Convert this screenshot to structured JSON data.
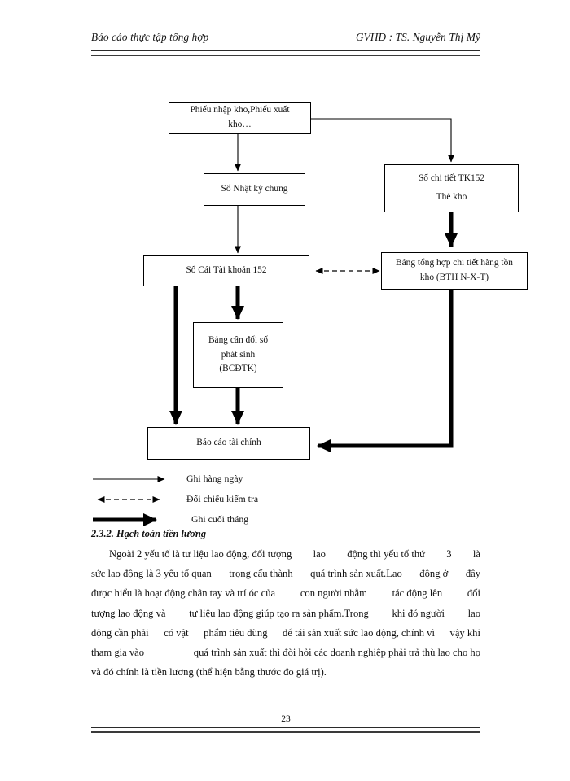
{
  "header": {
    "left_title": "Báo cáo thực tập tổng hợp",
    "right_title": "GVHD : TS. Nguyễn Thị Mỹ"
  },
  "footer": {
    "page_number": "23"
  },
  "flowchart": {
    "nodes": {
      "source_documents": {
        "line1": "Phiếu nhập kho,Phiếu xuất",
        "line2": "kho…"
      },
      "general_journal": {
        "line1": "Sổ Nhật ký chung"
      },
      "detail_ledger": {
        "line1": "Sổ chi tiết TK152",
        "line2": "Thẻ kho"
      },
      "general_ledger": {
        "line1": "Sổ Cái Tài khoản 152"
      },
      "inventory_summary": {
        "line1": "Bảng tổng hợp chi tiết hàng tồn",
        "line2": "kho (BTH N-X-T)"
      },
      "trial_balance": {
        "line1": "Bảng cân đối số",
        "line2": "phát sinh",
        "line3": "(BCĐTK)"
      },
      "financial_report": {
        "line1": "Báo cáo tài chính"
      }
    },
    "legend": [
      {
        "style": "thin-arrow",
        "label": "Ghi hàng ngày"
      },
      {
        "style": "dashed-double-arrow",
        "label": "Đối chiếu kiểm tra"
      },
      {
        "style": "thick-arrow",
        "label": "Ghi cuối tháng"
      }
    ]
  },
  "content": {
    "section_heading": "2.3.2. Hạch toán tiền lương",
    "paragraph_lines": [
      [
        "Ngoài 2 yếu tố là tư liệu lao động, đối tượng",
        "lao",
        "động thì yếu tố thứ",
        "3",
        "là"
      ],
      [
        "sức lao động là 3 yếu tố quan",
        "trọng cấu thành",
        "quá trình sản xuất.Lao",
        "động ở",
        "đây"
      ],
      [
        "được hiểu là hoạt động chân tay và trí óc của",
        "con người nhằm",
        "tác động lên",
        "đối"
      ],
      [
        "tượng lao động và",
        "tư liệu lao động giúp tạo ra sản phẩm.Trong",
        "khi đó người",
        "lao"
      ],
      [
        "động cần phải",
        "có vật",
        "phẩm tiêu dùng",
        "để tái sản xuất sức lao động, chính vì",
        "vậy khi"
      ],
      [
        "tham gia vào",
        "quá trình sản xuất thì đòi hỏi các doanh nghiệp phải trả thù lao cho họ"
      ],
      [
        "và đó chính là tiền lương (thể hiện bằng thước đo giá trị)."
      ]
    ]
  }
}
